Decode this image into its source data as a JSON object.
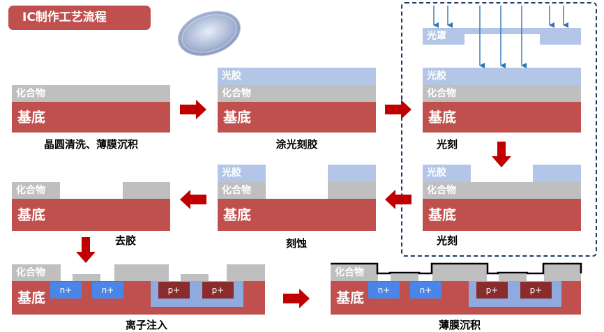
{
  "title": "IC制作工艺流程",
  "labels": {
    "compound": "化合物",
    "substrate": "基底",
    "photoresist": "光胶",
    "mask": "光罩",
    "n_plus": "n+",
    "p_plus": "p+"
  },
  "steps": {
    "s1": "晶圆清洗、薄膜沉积",
    "s2": "涂光刻胶",
    "s3": "光刻",
    "s4": "光刻",
    "s5": "刻蚀",
    "s6": "去胶",
    "s7": "离子注入",
    "s8": "薄膜沉积"
  },
  "colors": {
    "substrate": "#c0504d",
    "compound": "#bfbfbf",
    "photoresist": "#b4c6e7",
    "n_region": "#4a86e8",
    "p_region": "#8b2c2c",
    "well": "#8faadc",
    "arrow": "#c00000",
    "light_arrow": "#2e75b6",
    "dashed_box": "#203864"
  }
}
